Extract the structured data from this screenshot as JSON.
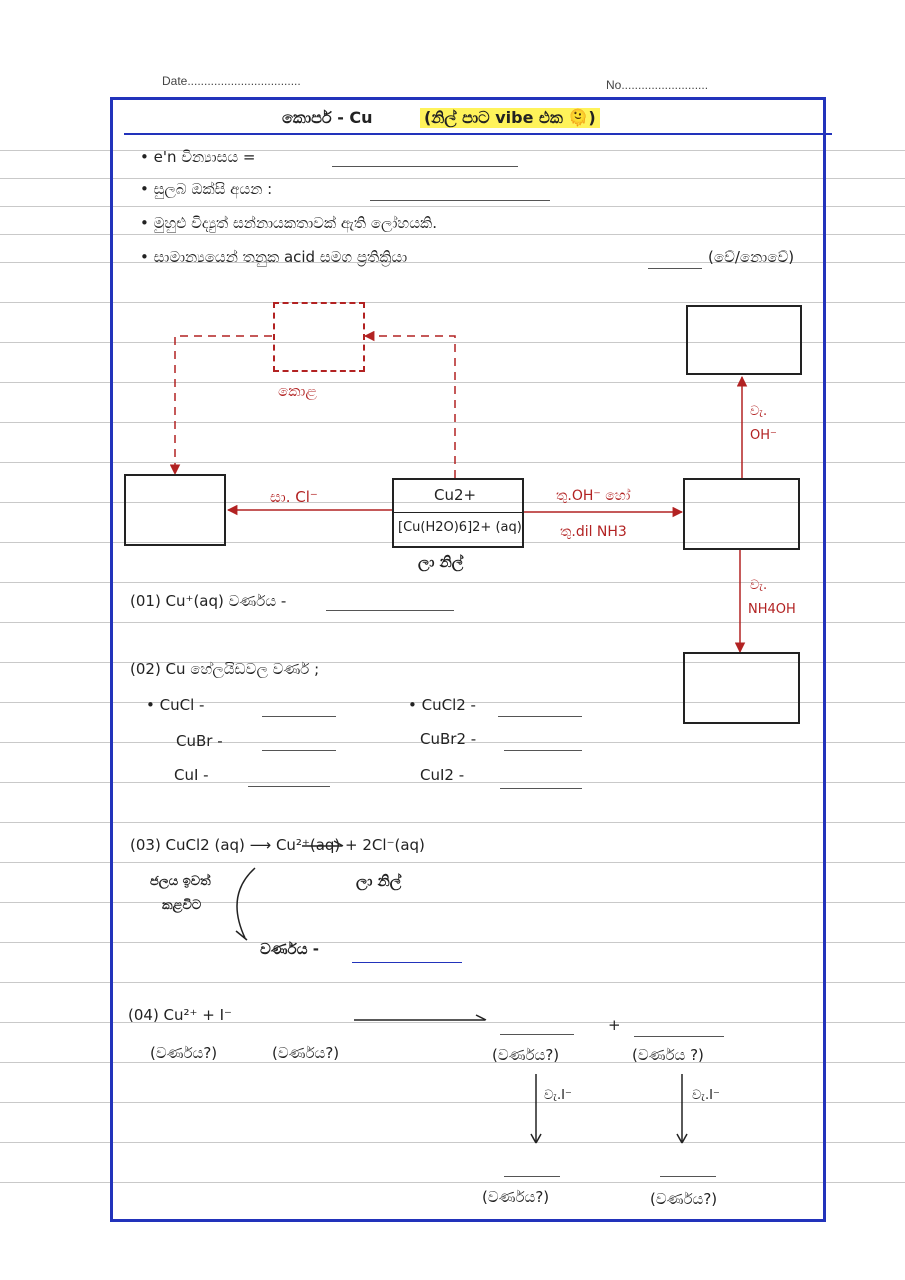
{
  "header": {
    "date": "Date..................................",
    "no": "No.........................."
  },
  "title": {
    "main": "කොපර් - Cu",
    "highlight": "(නිල් පාට vibe එක 🫠)"
  },
  "bullets": [
    "• e'n වින්‍යාසය =",
    "• සුලබ ඔක්සි අයන :",
    "• මුහුළු විද්‍යුත් සන්නායකතාවක් ඇති ලෝහයකි.",
    "• සාමාන්‍යයෙන් තනුක acid සමග ප්‍රතික්‍රියා",
    "(වේ/නොවේ)"
  ],
  "diagram": {
    "center_top": "Cu2+",
    "center_bottom": "[Cu(H2O)6]2+ (aq)",
    "center_caption": "ලා නිල්",
    "left_arrow": "සා. Cl⁻",
    "right_arrow_1": "තු.OH⁻ හෝ",
    "right_arrow_2": "තු.dil NH3",
    "heat_label": "කොළ",
    "up_arrow_1": "වැ.",
    "up_arrow_2": "OH⁻",
    "down_arrow_1": "වැ.",
    "down_arrow_2": "NH4OH"
  },
  "q1": "(01) Cu⁺(aq) වර්ණය -",
  "q2": {
    "title": "(02) Cu හේලයිඩවල වර්ණ ;",
    "left": [
      "• CuCl -",
      "CuBr -",
      "CuI -"
    ],
    "right": [
      "• CuCl2 -",
      "CuBr2 -",
      "CuI2 -"
    ]
  },
  "q3": {
    "equation": "(03) CuCl2 (aq) ⟶ Cu²⁺(aq) + 2Cl⁻(aq)",
    "caption": "ලා නිල්",
    "side_1": "ජලය ඉවත්",
    "side_2": "කළවිට",
    "colour": "වර්ණය -"
  },
  "q4": {
    "lhs": "(04) Cu²⁺ + I⁻",
    "plus": "+",
    "q_labels": [
      "(වර්ණය?)",
      "(වර්ණය?)",
      "(වර්ණය?)",
      "(වර්ණය ?)"
    ],
    "excess_1": "වැ.I⁻",
    "excess_2": "වැ.I⁻",
    "final_labels": [
      "(වර්ණය?)",
      "(වර්ණය?)"
    ]
  }
}
